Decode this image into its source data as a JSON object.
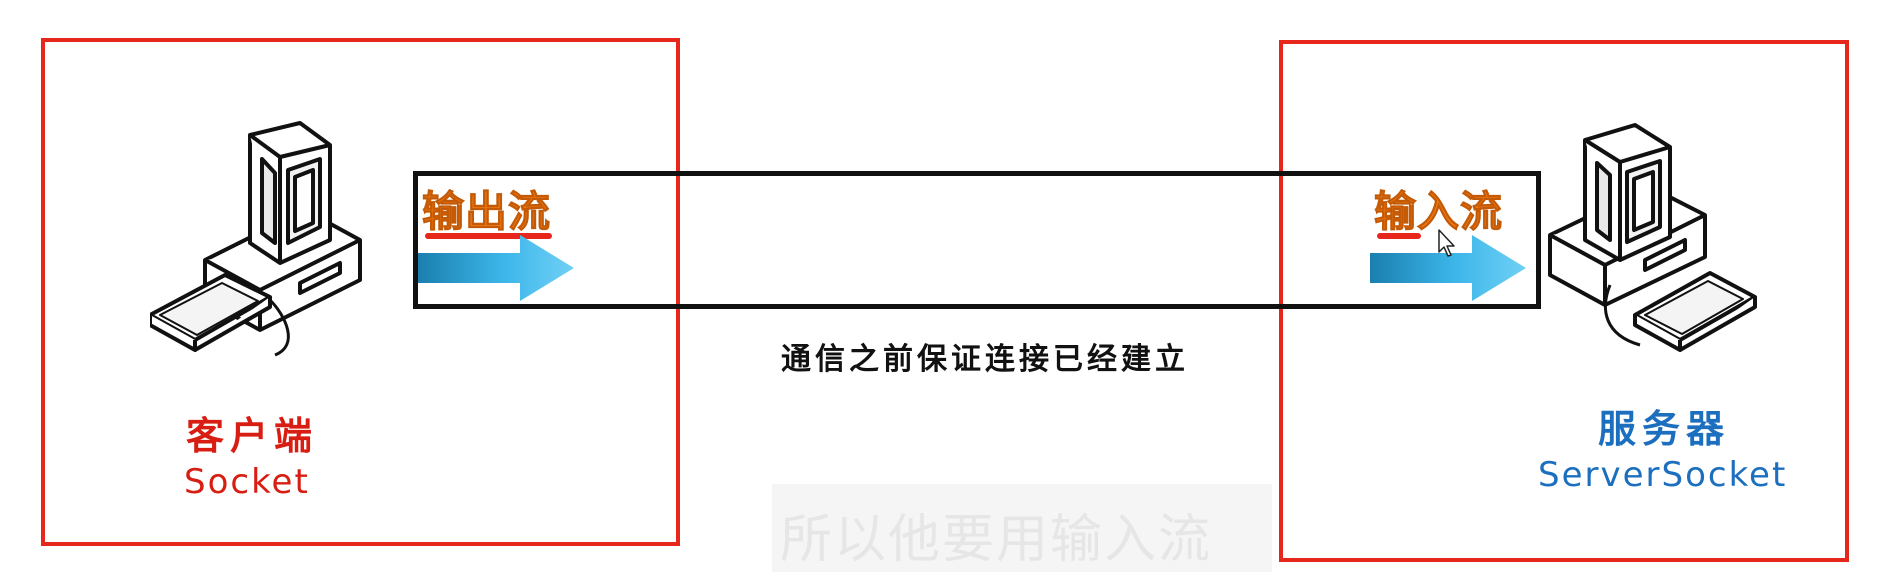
{
  "diagram": {
    "client": {
      "title": "客户端",
      "subtitle": "Socket",
      "color": "#d81e12"
    },
    "server": {
      "title": "服务器",
      "subtitle": "ServerSocket",
      "color": "#1c6fbf"
    },
    "output_stream": {
      "label": "输出流",
      "color": "#f27a14"
    },
    "input_stream": {
      "label": "输入流",
      "color": "#f27a14"
    },
    "connection_caption": "通信之前保证连接已经建立",
    "frame_color": "#e8271c",
    "arrow_color": "#3db6ea",
    "computer_icon": "desktop-computer-icon",
    "cursor_icon": "mouse-pointer-icon"
  },
  "video_subtitle": "所以他要用输入流"
}
